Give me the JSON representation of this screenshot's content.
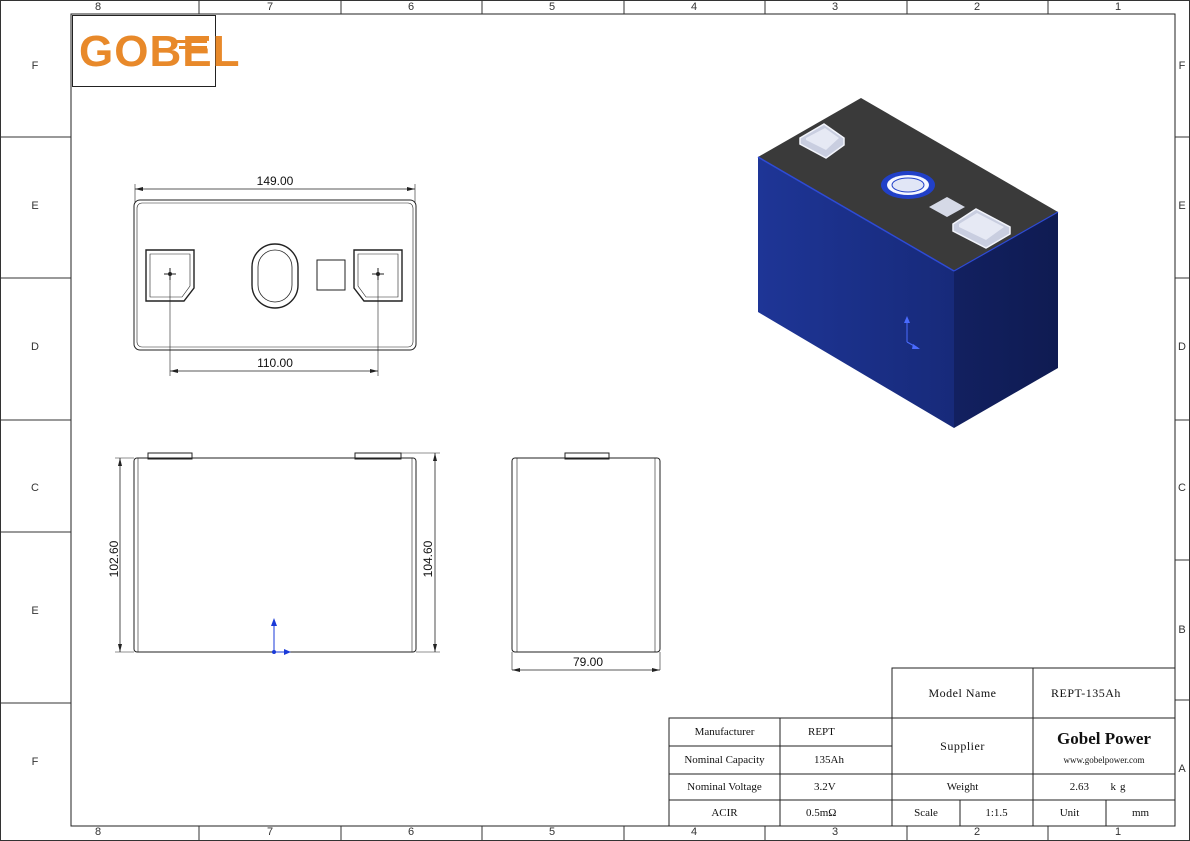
{
  "logo": {
    "text": "GOBEL"
  },
  "frame": {
    "top_zones": [
      "8",
      "7",
      "6",
      "5",
      "4",
      "3",
      "2",
      "1"
    ],
    "bottom_zones": [
      "8",
      "7",
      "6",
      "5",
      "4",
      "3",
      "2",
      "1"
    ],
    "left_zones": [
      "F",
      "E",
      "D",
      "C",
      "E",
      "F"
    ],
    "right_zones": [
      "F",
      "E",
      "D",
      "C",
      "B",
      "A"
    ]
  },
  "dimensions": {
    "top_width": "149.00",
    "terminal_spacing": "110.00",
    "front_height_left": "102.60",
    "front_height_right": "104.60",
    "side_width": "79.00"
  },
  "title_block": {
    "model_name_label": "Model Name",
    "model_name_value": "REPT-135Ah",
    "manufacturer_label": "Manufacturer",
    "manufacturer_value": "REPT",
    "capacity_label": "Nominal Capacity",
    "capacity_value": "135Ah",
    "voltage_label": "Nominal Voltage",
    "voltage_value": "3.2V",
    "acir_label": "ACIR",
    "acir_value": "0.5mΩ",
    "supplier_label": "Supplier",
    "supplier_name": "Gobel Power",
    "supplier_url": "www.gobelpower.com",
    "weight_label": "Weight",
    "weight_value": "2.63",
    "weight_unit": "kg",
    "scale_label": "Scale",
    "scale_value": "1:1.5",
    "unit_label": "Unit",
    "unit_value": "mm"
  },
  "colors": {
    "logo_orange": "#e8892a",
    "cell_blue": "#1b2f8a",
    "cell_top": "#3a3a3a",
    "terminal": "#dfe4f5"
  }
}
